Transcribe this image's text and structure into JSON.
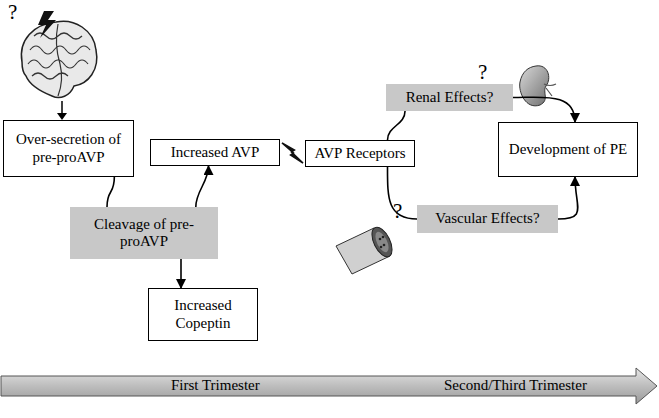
{
  "diagram": {
    "nodes": [
      {
        "text": [
          "Over-secretion of pre-proAVP"
        ]
      },
      {
        "text": [
          "Cleavage of pre-proAVP"
        ]
      },
      {
        "text": [
          "Increased AVP"
        ]
      },
      {
        "text": [
          "Increased Copeptin"
        ]
      },
      {
        "text": [
          "AVP Receptors"
        ]
      },
      {
        "text": [
          "Renal Effects?"
        ]
      },
      {
        "text": [
          "Development of PE"
        ]
      },
      {
        "text": [
          "Vascular Effects?"
        ]
      }
    ],
    "edges": [
      {
        "from": 0,
        "to": 1,
        "arrow": "none"
      },
      {
        "from": 1,
        "to": 2,
        "arrow": "to"
      },
      {
        "from": 1,
        "to": 3,
        "arrow": "to"
      },
      {
        "from": 2,
        "to": 4,
        "arrow": "none"
      },
      {
        "from": 4,
        "to": 5,
        "arrow": "none"
      },
      {
        "from": 5,
        "to": 6,
        "arrow": "to"
      },
      {
        "from": 4,
        "to": 7,
        "arrow": "none"
      },
      {
        "from": 7,
        "to": 6,
        "arrow": "to"
      }
    ],
    "labels": [
      "?",
      "?",
      "?",
      "First Trimester",
      "Second/Third Trimester"
    ]
  }
}
